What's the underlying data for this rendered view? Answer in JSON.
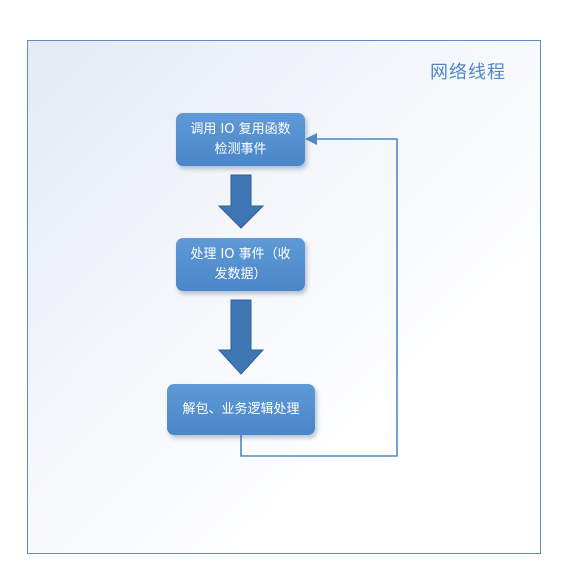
{
  "diagram": {
    "title": "网络线程",
    "nodes": [
      {
        "id": "node-1",
        "lines": [
          "调用 IO 复用函数",
          "检测事件"
        ]
      },
      {
        "id": "node-2",
        "lines": [
          "处理 IO 事件（收",
          "发数据）"
        ]
      },
      {
        "id": "node-3",
        "lines": [
          "解包、业务逻辑处理"
        ]
      }
    ],
    "colors": {
      "node_fill": "#4a86c8",
      "arrow_fill": "#3f76b4",
      "border": "#5b8ec9",
      "title": "#4f88c6"
    }
  }
}
